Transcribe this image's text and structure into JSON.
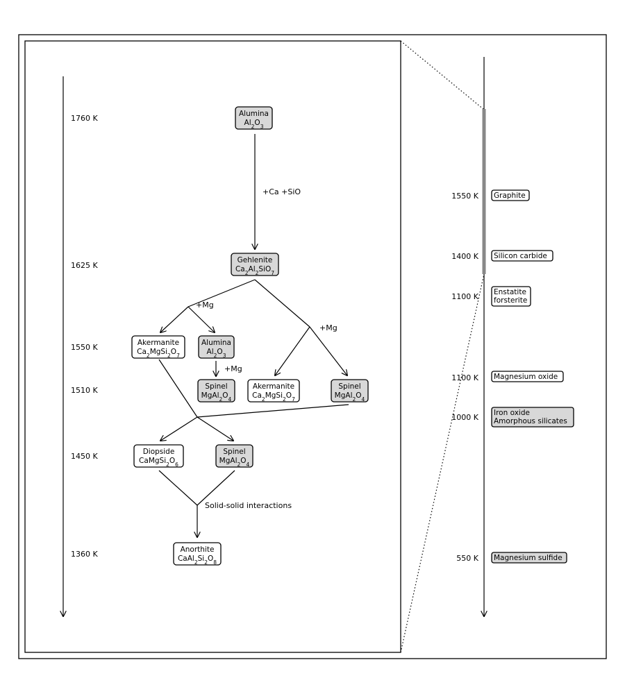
{
  "colors": {
    "gray_box": "#d8d8d8",
    "white_box": "#ffffff",
    "line": "#000000",
    "bar": "#888888"
  },
  "left": {
    "temps": [
      {
        "id": "t1760",
        "label": "1760 K"
      },
      {
        "id": "t1625",
        "label": "1625 K"
      },
      {
        "id": "t1550",
        "label": "1550 K"
      },
      {
        "id": "t1510",
        "label": "1510 K"
      },
      {
        "id": "t1450",
        "label": "1450 K"
      },
      {
        "id": "t1360",
        "label": "1360 K"
      }
    ],
    "reactions": {
      "ca_sio": "+Ca +SiO",
      "mg1": "+Mg",
      "mg2": "+Mg",
      "mg3": "+Mg",
      "solid": "Solid-solid interactions"
    },
    "boxes": [
      {
        "id": "alumina1",
        "shade": "gray",
        "name": "Alumina",
        "formula": [
          [
            "Al",
            "2"
          ],
          [
            "O",
            "3"
          ]
        ]
      },
      {
        "id": "gehlenite",
        "shade": "gray",
        "name": "Gehlenite",
        "formula": [
          [
            "Ca",
            "2"
          ],
          [
            "Al",
            "2"
          ],
          [
            "SiO",
            "7"
          ]
        ]
      },
      {
        "id": "akermanite1",
        "shade": "white",
        "name": "Akermanite",
        "formula": [
          [
            "Ca",
            "2"
          ],
          [
            "MgSi",
            "2"
          ],
          [
            "O",
            "7"
          ]
        ]
      },
      {
        "id": "alumina2",
        "shade": "gray",
        "name": "Alumina",
        "formula": [
          [
            "Al",
            "2"
          ],
          [
            "O",
            "3"
          ]
        ]
      },
      {
        "id": "spinel1",
        "shade": "gray",
        "name": "Spinel",
        "formula": [
          [
            "MgAl",
            "2"
          ],
          [
            "O",
            "4"
          ]
        ]
      },
      {
        "id": "akermanite2",
        "shade": "white",
        "name": "Akermanite",
        "formula": [
          [
            "Ca",
            "2"
          ],
          [
            "MgSi",
            "2"
          ],
          [
            "O",
            "7"
          ]
        ]
      },
      {
        "id": "spinel2",
        "shade": "gray",
        "name": "Spinel",
        "formula": [
          [
            "MgAl",
            "2"
          ],
          [
            "O",
            "4"
          ]
        ]
      },
      {
        "id": "diopside",
        "shade": "white",
        "name": "Diopside",
        "formula": [
          [
            "CaMgSi",
            "2"
          ],
          [
            "O",
            "6"
          ]
        ]
      },
      {
        "id": "spinel3",
        "shade": "gray",
        "name": "Spinel",
        "formula": [
          [
            "MgAl",
            "2"
          ],
          [
            "O",
            "4"
          ]
        ]
      },
      {
        "id": "anorthite",
        "shade": "white",
        "name": "Anorthite",
        "formula": [
          [
            "CaAl",
            "2"
          ],
          [
            "Si",
            "2"
          ],
          [
            "O",
            "8"
          ]
        ]
      }
    ]
  },
  "right": {
    "entries": [
      {
        "id": "graphite",
        "temp": "1550 K",
        "lines": [
          "Graphite"
        ],
        "shade": "white"
      },
      {
        "id": "sic",
        "temp": "1400 K",
        "lines": [
          "Silicon carbide"
        ],
        "shade": "white"
      },
      {
        "id": "enstatite",
        "temp": "1100 K",
        "lines": [
          "Enstatite",
          "forsterite"
        ],
        "shade": "white"
      },
      {
        "id": "mgo",
        "temp": "1100 K",
        "lines": [
          "Magnesium oxide"
        ],
        "shade": "white"
      },
      {
        "id": "feo",
        "temp": "1000 K",
        "lines": [
          "Iron oxide",
          "Amorphous silicates"
        ],
        "shade": "gray"
      },
      {
        "id": "mgs",
        "temp": "550 K",
        "lines": [
          "Magnesium sulfide"
        ],
        "shade": "gray"
      }
    ]
  }
}
